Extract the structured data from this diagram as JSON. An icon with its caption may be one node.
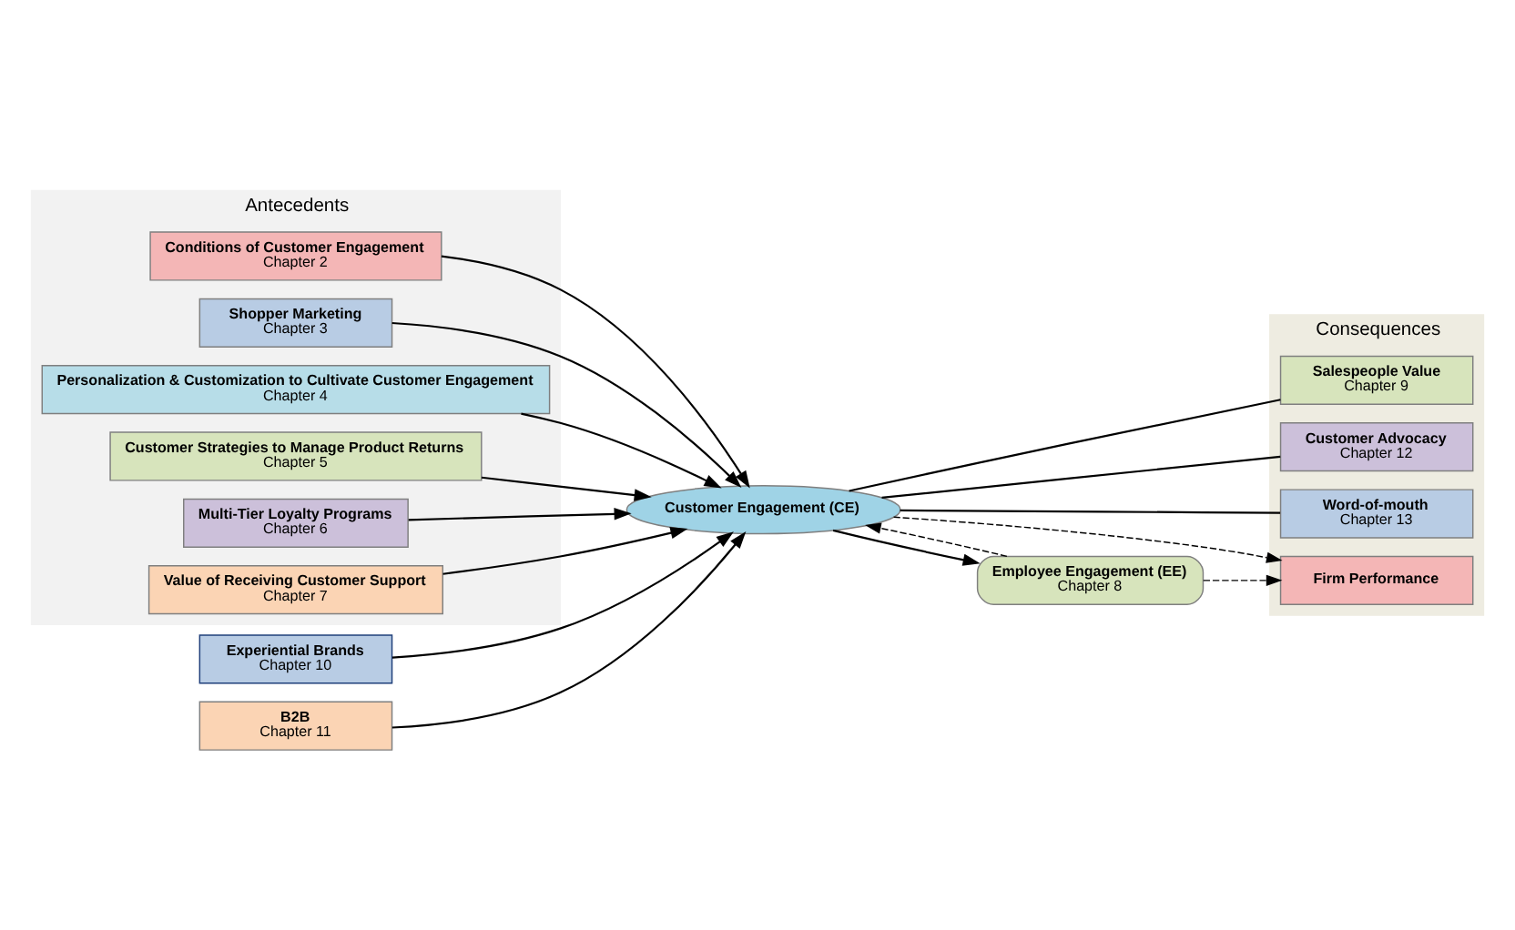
{
  "diagram": {
    "nodes": [
      {
        "text": [
          "Antecedents"
        ]
      },
      {
        "text": [
          "Conditions of Customer Engagement",
          "Chapter 2"
        ],
        "in": 0
      },
      {
        "text": [
          "Shopper Marketing",
          "Chapter 3"
        ],
        "in": 0
      },
      {
        "text": [
          "Personalization & Customization to Cultivate Customer Engagement",
          "Chapter 4"
        ],
        "in": 0
      },
      {
        "text": [
          "Customer Strategies to Manage Product Returns",
          "Chapter 5"
        ],
        "in": 0
      },
      {
        "text": [
          "Multi-Tier Loyalty Programs",
          "Chapter 6"
        ],
        "in": 0
      },
      {
        "text": [
          "Value of Receiving Customer Support",
          "Chapter 7"
        ],
        "in": 0
      },
      {
        "text": [
          "Experiential Brands",
          "Chapter 10"
        ]
      },
      {
        "text": [
          "Customer Engagement (CE)"
        ]
      },
      {
        "text": [
          "B2B",
          "Chapter 11"
        ]
      },
      {
        "text": [
          "Consequences"
        ]
      },
      {
        "text": [
          "Salespeople Value",
          "Chapter 9"
        ],
        "in": 10
      },
      {
        "text": [
          "Customer Advocacy",
          "Chapter 12"
        ],
        "in": 10
      },
      {
        "text": [
          "Word-of-mouth",
          "Chapter 13"
        ],
        "in": 10
      },
      {
        "text": [
          "Firm Performance"
        ],
        "in": 10
      },
      {
        "text": [
          "Employee Engagement (EE)",
          "Chapter 8"
        ]
      }
    ],
    "edges": [
      {
        "from": 1,
        "to": 8,
        "arrow": "to"
      },
      {
        "from": 2,
        "to": 8,
        "arrow": "to"
      },
      {
        "from": 3,
        "to": 8,
        "arrow": "to"
      },
      {
        "from": 4,
        "to": 8,
        "arrow": "to"
      },
      {
        "from": 5,
        "to": 8,
        "arrow": "to"
      },
      {
        "from": 6,
        "to": 8,
        "arrow": "to"
      },
      {
        "from": 7,
        "to": 8,
        "arrow": "to"
      },
      {
        "from": 9,
        "to": 8,
        "arrow": "to"
      },
      {
        "from": 8,
        "to": 11,
        "arrow": "none"
      },
      {
        "from": 8,
        "to": 12,
        "arrow": "none"
      },
      {
        "from": 8,
        "to": 13,
        "arrow": "none"
      },
      {
        "from": 8,
        "to": 15,
        "arrow": "to"
      },
      {
        "from": 15,
        "to": 8,
        "arrow": "to",
        "style": "dashed"
      },
      {
        "from": 8,
        "to": 14,
        "arrow": "to",
        "style": "dashed"
      },
      {
        "from": 15,
        "to": 14,
        "arrow": "to",
        "style": "dashed"
      }
    ]
  }
}
